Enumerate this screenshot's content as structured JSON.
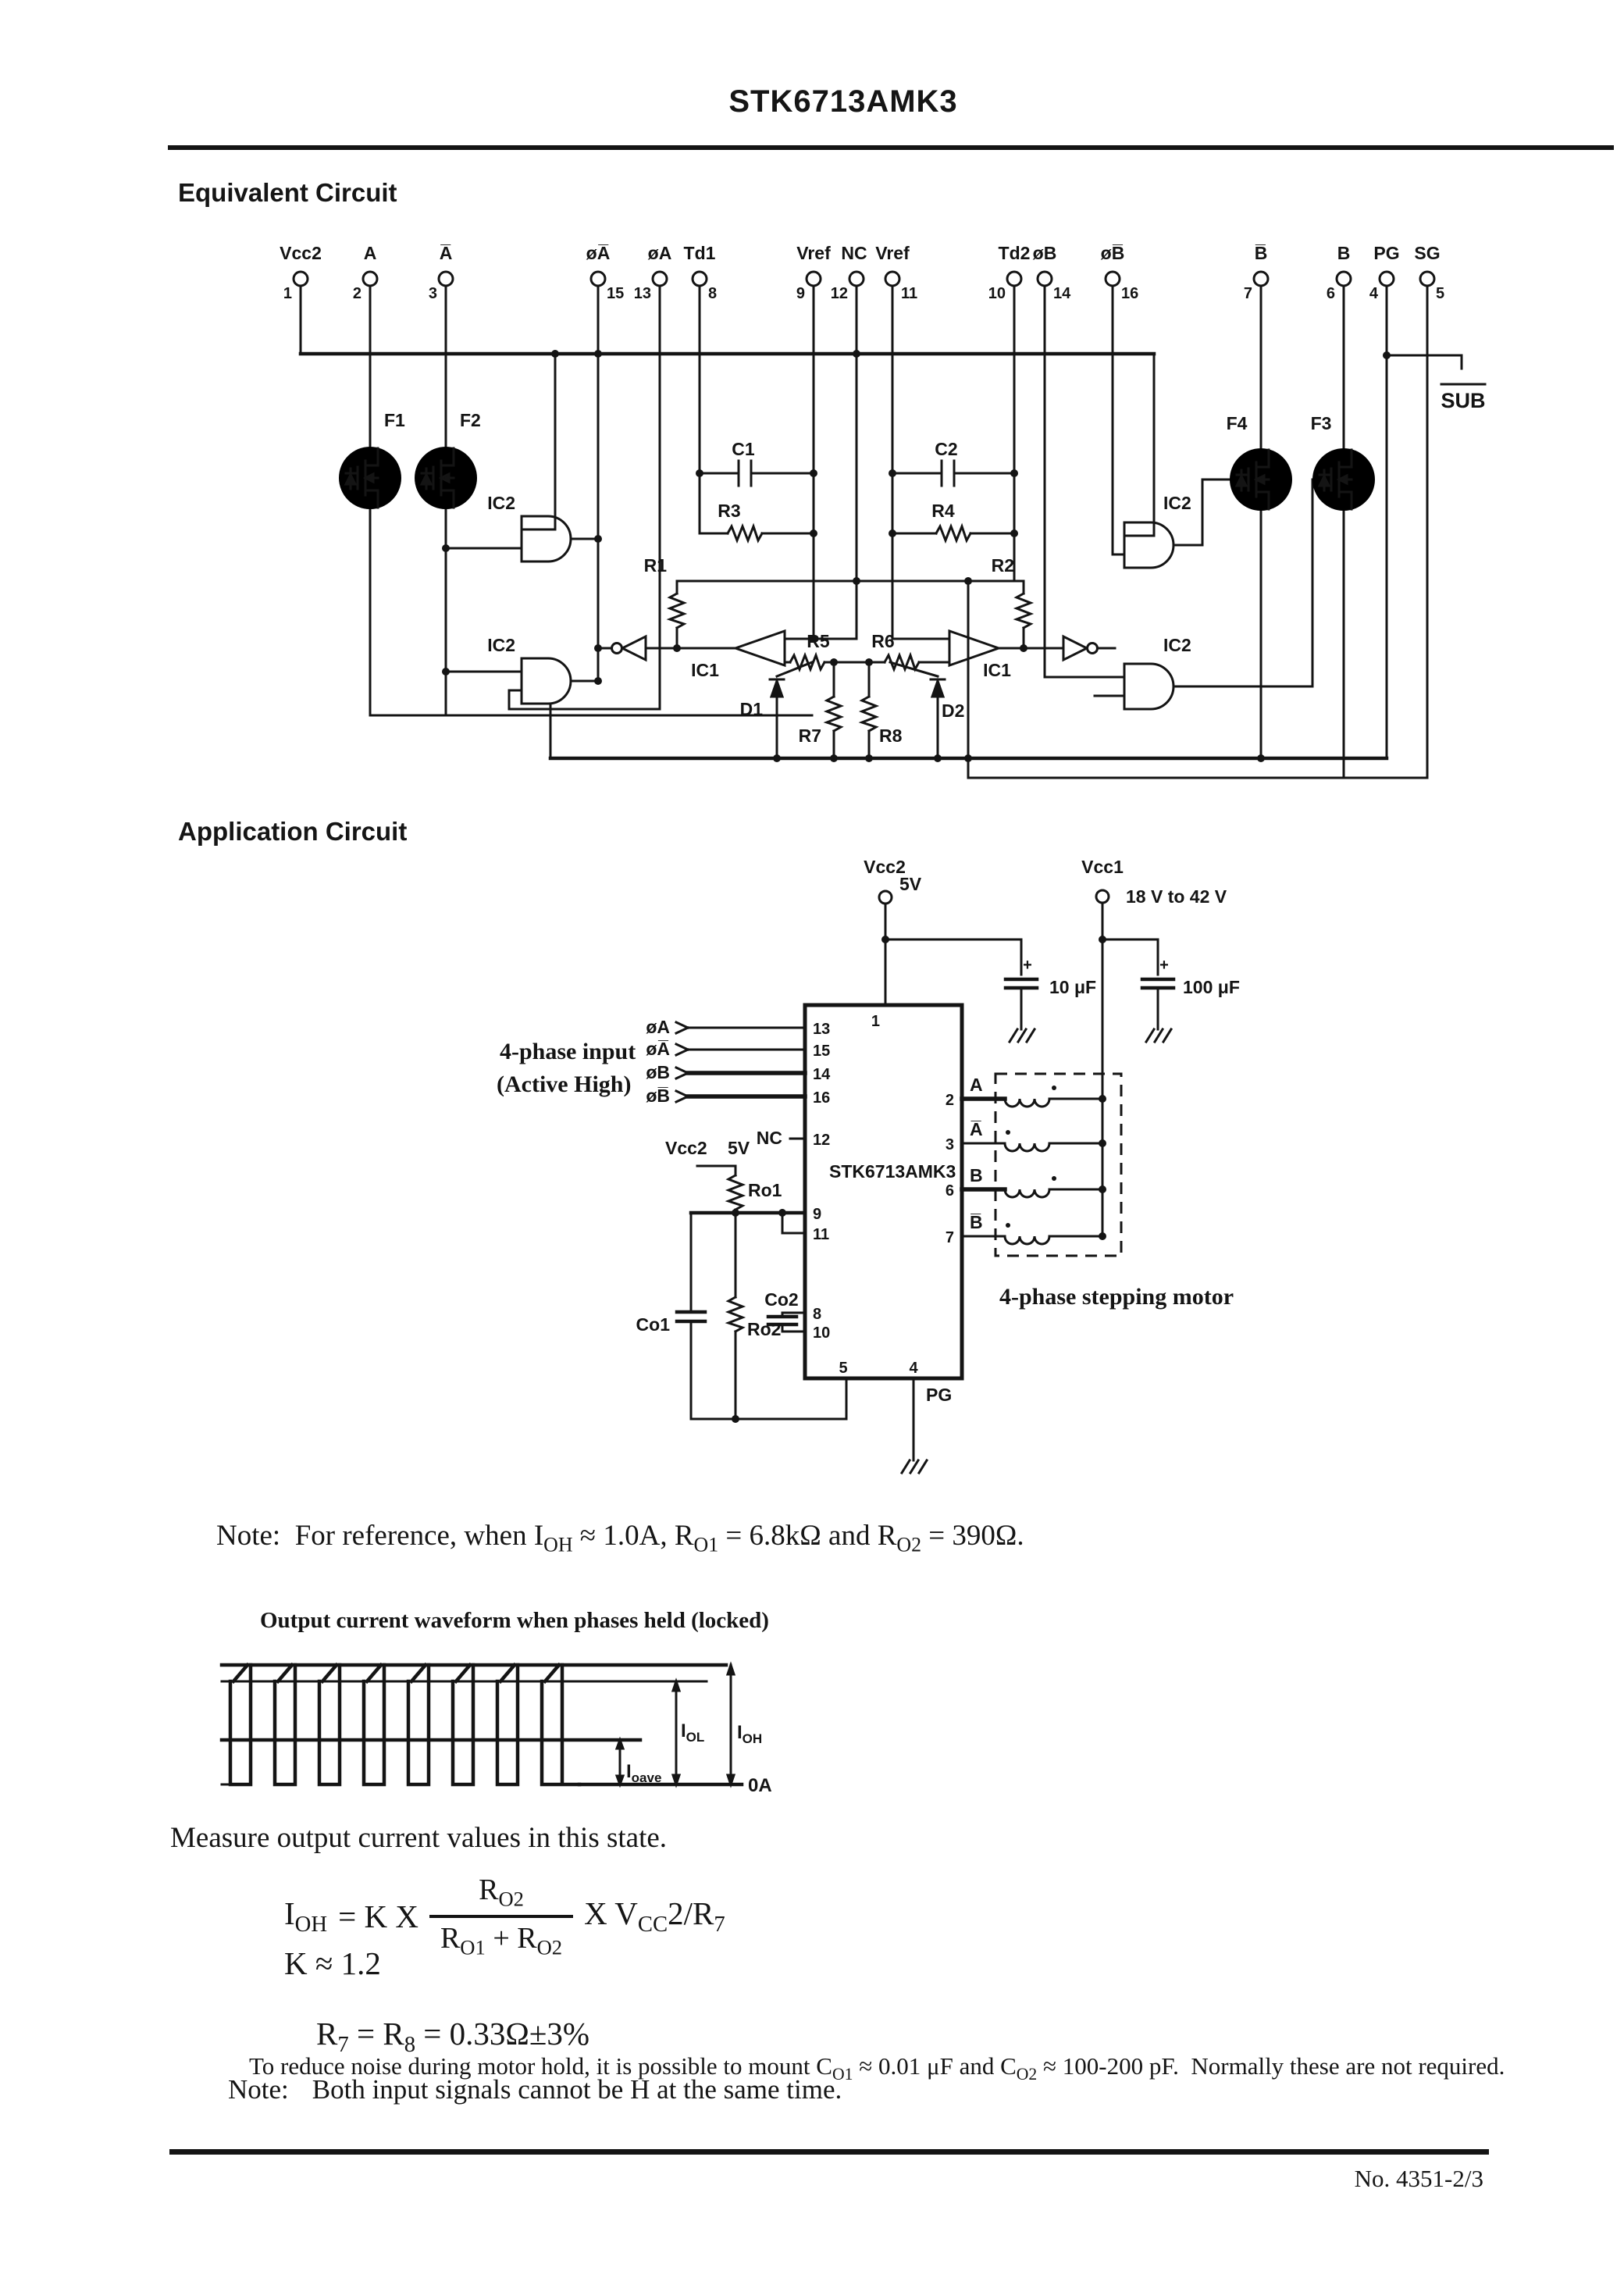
{
  "page": {
    "title": "STK6713AMK3",
    "footer": "No. 4351-2/3"
  },
  "sections": {
    "equivalent": "Equivalent Circuit",
    "application": "Application Circuit"
  },
  "eq": {
    "pins": [
      {
        "label": "Vcc2",
        "num": "1"
      },
      {
        "label": "A",
        "num": "2"
      },
      {
        "label": "A̅",
        "num": "3"
      },
      {
        "label": "øA̅",
        "num": "15"
      },
      {
        "label": "øA",
        "num": "13"
      },
      {
        "label": "Td1",
        "num": "8"
      },
      {
        "label": "Vref",
        "num": "9"
      },
      {
        "label": "NC",
        "num": "12"
      },
      {
        "label": "Vref",
        "num": "11"
      },
      {
        "label": "Td2",
        "num": "10"
      },
      {
        "label": "øB",
        "num": "14"
      },
      {
        "label": "øB̅",
        "num": "16"
      },
      {
        "label": "B̅",
        "num": "7"
      },
      {
        "label": "B",
        "num": "6"
      },
      {
        "label": "PG",
        "num": "4"
      },
      {
        "label": "SG",
        "num": "5"
      }
    ],
    "parts": {
      "f1": "F1",
      "f2": "F2",
      "f3": "F3",
      "f4": "F4",
      "ic1": "IC1",
      "ic2": "IC2",
      "c1": "C1",
      "c2": "C2",
      "r1": "R1",
      "r2": "R2",
      "r3": "R3",
      "r4": "R4",
      "r5": "R5",
      "r6": "R6",
      "r7": "R7",
      "r8": "R8",
      "d1": "D1",
      "d2": "D2",
      "sub": "SUB"
    }
  },
  "app": {
    "vcc2": "Vcc2",
    "vcc2_v": "5V",
    "vcc1": "Vcc1",
    "vcc1_range": "18 V to 42 V",
    "cap1": "10 μF",
    "cap2": "100 μF",
    "plus": "+",
    "input_line1": "4-phase input",
    "input_line2": "(Active High)",
    "inputs": [
      {
        "label": "øA",
        "pin": "13"
      },
      {
        "label": "øA̅",
        "pin": "15"
      },
      {
        "label": "øB",
        "pin": "14"
      },
      {
        "label": "øB̅",
        "pin": "16"
      }
    ],
    "nc": "NC",
    "nc_pin": "12",
    "pin1": "1",
    "ic_name": "STK6713AMK3",
    "vcc2b": "Vcc2",
    "vcc2b_v": "5V",
    "ro1": "Ro1",
    "pin9": "9",
    "pin11": "11",
    "co1": "Co1",
    "ro2": "Ro2",
    "co2": "Co2",
    "pin8": "8",
    "pin10": "10",
    "pin5": "5",
    "pin4": "4",
    "pg": "PG",
    "outputs": [
      {
        "label": "A",
        "pin": "2"
      },
      {
        "label": "A̅",
        "pin": "3"
      },
      {
        "label": "B",
        "pin": "6"
      },
      {
        "label": "B̅",
        "pin": "7"
      }
    ],
    "motor_label": "4-phase stepping motor"
  },
  "note1": {
    "p1": "Note:  For reference, when I",
    "s1": "OH",
    "p2": " ≈ 1.0A, R",
    "s2": "O1",
    "p3": " = 6.8kΩ and R",
    "s3": "O2",
    "p4": " = 390Ω."
  },
  "waveform": {
    "caption": "Output current waveform when phases held (locked)",
    "iol": "I",
    "iol_sub": "OL",
    "ioh": "I",
    "ioh_sub": "OH",
    "ioave": "I",
    "ioave_sub": "oave",
    "zero": "0A"
  },
  "measure": "Measure output current values in this state.",
  "formula": {
    "i": "I",
    "i_sub": "OH",
    "mid": "= K X",
    "num": "R",
    "num_sub": "O2",
    "den1": "R",
    "den1_sub": "O1",
    "den_plus": " + R",
    "den2_sub": "O2",
    "tail1": "X V",
    "tail_sub": "CC",
    "tail2": "2/R",
    "tail2_sub": "7",
    "k": "K ≈ 1.2",
    "r1": "R",
    "r1_sub": "7",
    "r2": " = R",
    "r2_sub": "8",
    "r3": " = 0.33Ω±3%"
  },
  "noise": {
    "p1": "To reduce noise during motor hold, it is possible to mount C",
    "s1": "O1",
    "p2": " ≈ 0.01 μF and C",
    "s2": "O2",
    "p3": " ≈ 100-200 pF.  Normally these are not required."
  },
  "note2": {
    "p1": "Note:",
    "p2": "Both input signals cannot be H at the same time."
  }
}
